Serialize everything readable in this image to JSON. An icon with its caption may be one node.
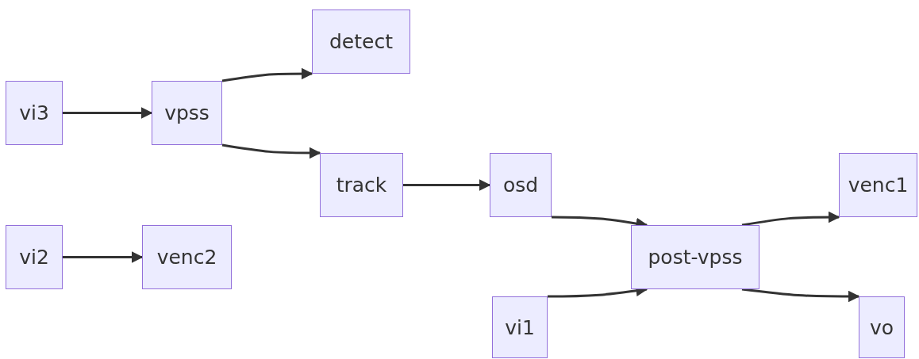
{
  "diagram": {
    "nodes": [
      {
        "text": [
          "vi3"
        ]
      },
      {
        "text": [
          "vpss"
        ]
      },
      {
        "text": [
          "detect"
        ]
      },
      {
        "text": [
          "track"
        ]
      },
      {
        "text": [
          "osd"
        ]
      },
      {
        "text": [
          "vi2"
        ]
      },
      {
        "text": [
          "venc2"
        ]
      },
      {
        "text": [
          "post-vpss"
        ]
      },
      {
        "text": [
          "venc1"
        ]
      },
      {
        "text": [
          "vi1"
        ]
      },
      {
        "text": [
          "vo"
        ]
      }
    ],
    "edges": [
      {
        "from": 0,
        "to": 1,
        "arrow": "to"
      },
      {
        "from": 1,
        "to": 2,
        "arrow": "to"
      },
      {
        "from": 1,
        "to": 3,
        "arrow": "to"
      },
      {
        "from": 3,
        "to": 4,
        "arrow": "to"
      },
      {
        "from": 4,
        "to": 7,
        "arrow": "to"
      },
      {
        "from": 5,
        "to": 6,
        "arrow": "to"
      },
      {
        "from": 9,
        "to": 7,
        "arrow": "to"
      },
      {
        "from": 7,
        "to": 8,
        "arrow": "to"
      },
      {
        "from": 7,
        "to": 10,
        "arrow": "to"
      }
    ]
  }
}
